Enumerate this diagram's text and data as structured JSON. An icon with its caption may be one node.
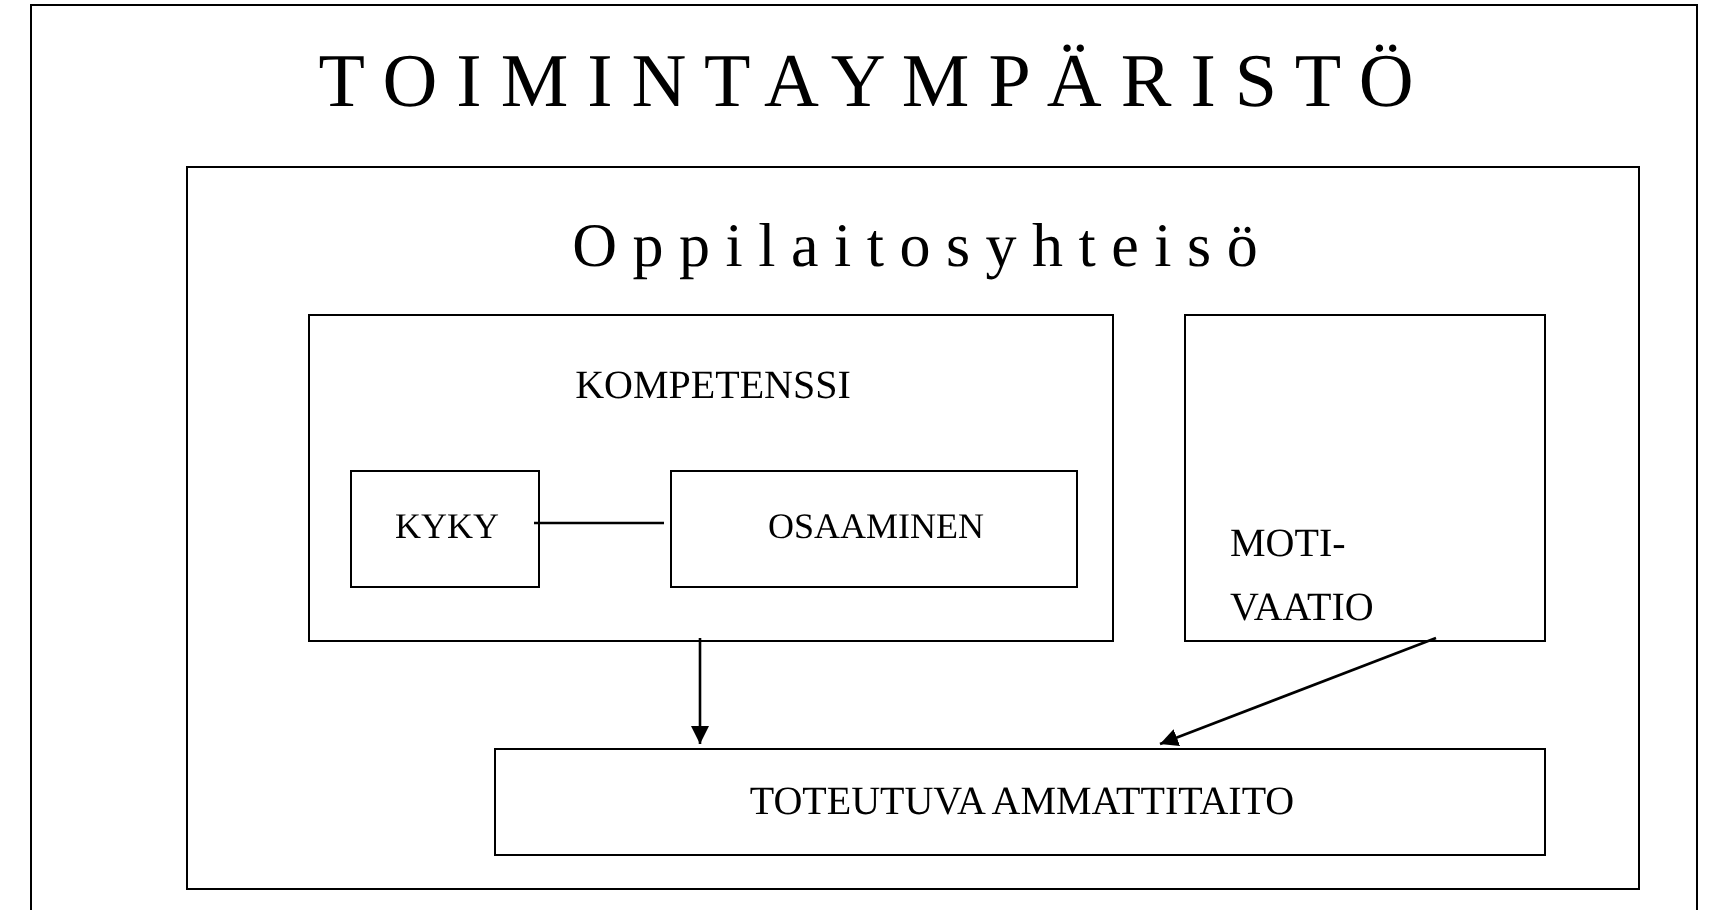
{
  "diagram": {
    "nodes": [
      {
        "text": [
          "T O I M I N T A Y M P Ä R I S T Ö"
        ]
      },
      {
        "text": [
          "O p p i l a i t o s y h t e i s ö"
        ],
        "in": 0
      },
      {
        "text": [
          "KOMPETENSSI"
        ],
        "in": 1
      },
      {
        "text": [
          "KYKY"
        ],
        "in": 2
      },
      {
        "text": [
          "OSAAMINEN"
        ],
        "in": 2
      },
      {
        "text": [
          "MOTI- VAATIO"
        ],
        "in": 1
      },
      {
        "text": [
          "TOTEUTUVA AMMATTITAITO"
        ],
        "in": 1
      }
    ],
    "edges": [
      {
        "from": 3,
        "to": 4,
        "arrow": "none"
      },
      {
        "from": 2,
        "to": 6,
        "arrow": "to"
      },
      {
        "from": 5,
        "to": 6,
        "arrow": "to"
      }
    ]
  }
}
